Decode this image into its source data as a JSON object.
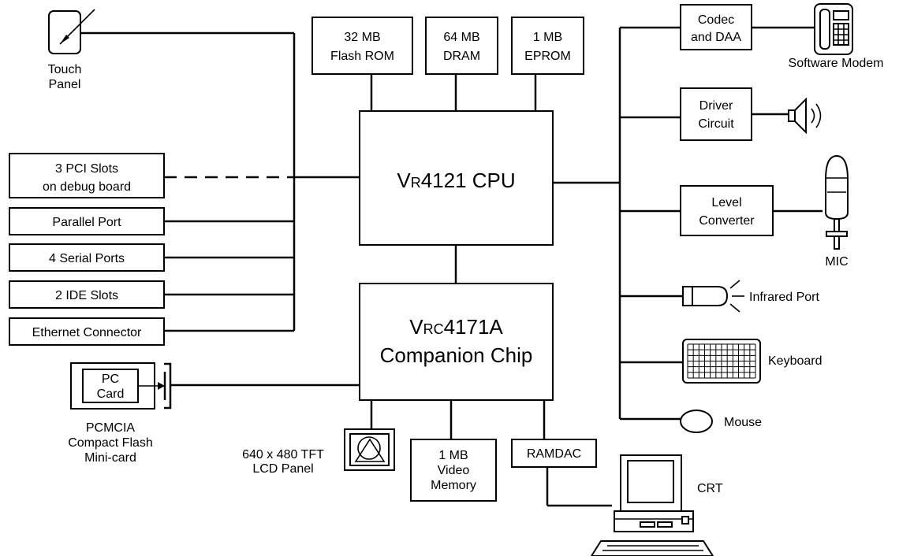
{
  "blocks": {
    "flash_rom": [
      "32 MB",
      "Flash ROM"
    ],
    "dram": [
      "64 MB",
      "DRAM"
    ],
    "eprom": [
      "1 MB",
      "EPROM"
    ],
    "cpu": {
      "prefix": "V",
      "small": "R",
      "rest": "4121 CPU"
    },
    "companion": {
      "prefix": "V",
      "small": "RC",
      "rest": "4171A",
      "line2": "Companion Chip"
    },
    "pci": [
      "3 PCI Slots",
      "on debug board"
    ],
    "parallel": "Parallel Port",
    "serial": "4 Serial Ports",
    "ide": "2 IDE Slots",
    "ethernet": "Ethernet Connector",
    "pc_card": [
      "PC",
      "Card"
    ],
    "video_memory": [
      "1 MB",
      "Video",
      "Memory"
    ],
    "ramdac": "RAMDAC",
    "codec": [
      "Codec",
      "and DAA"
    ],
    "driver": [
      "Driver",
      "Circuit"
    ],
    "level": [
      "Level",
      "Converter"
    ]
  },
  "labels": {
    "touch_panel": [
      "Touch",
      "Panel"
    ],
    "pcmcia": [
      "PCMCIA",
      "Compact Flash",
      "Mini-card"
    ],
    "lcd": [
      "640 x 480 TFT",
      "LCD Panel"
    ],
    "software_modem": "Software Modem",
    "mic": "MIC",
    "infrared": "Infrared Port",
    "keyboard": "Keyboard",
    "mouse": "Mouse",
    "crt": "CRT"
  }
}
